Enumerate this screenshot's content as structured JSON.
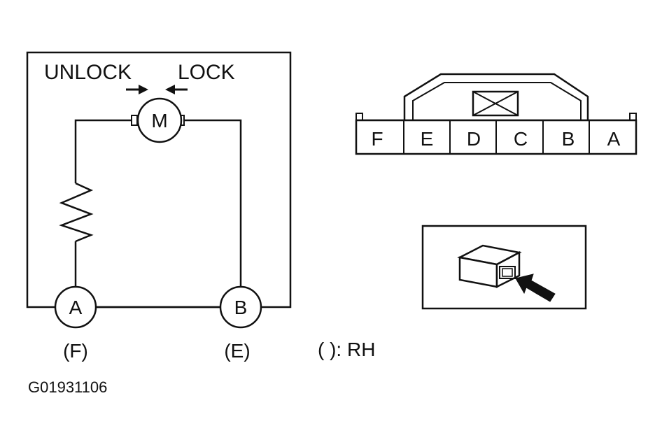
{
  "circuit": {
    "unlock_label": "UNLOCK",
    "lock_label": "LOCK",
    "motor_label": "M",
    "terminal_a": "A",
    "terminal_b": "B",
    "terminal_a_rh": "(F)",
    "terminal_b_rh": "(E)"
  },
  "connector": {
    "pins": [
      "F",
      "E",
      "D",
      "C",
      "B",
      "A"
    ]
  },
  "legend": {
    "rh_note": "( ): RH"
  },
  "figure_id": "G01931106"
}
